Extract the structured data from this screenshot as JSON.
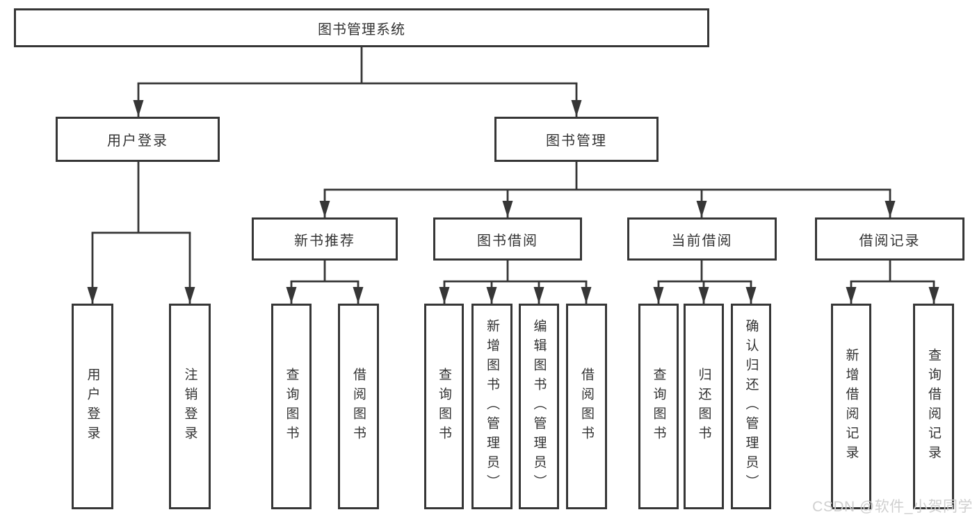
{
  "diagram": {
    "root": {
      "label": "图书管理系统"
    },
    "children": [
      {
        "label": "用户登录",
        "children": [
          {
            "label": "用户登录"
          },
          {
            "label": "注销登录"
          }
        ]
      },
      {
        "label": "图书管理",
        "children": [
          {
            "label": "新书推荐",
            "children": [
              {
                "label": "查询图书"
              },
              {
                "label": "借阅图书"
              }
            ]
          },
          {
            "label": "图书借阅",
            "children": [
              {
                "label": "查询图书"
              },
              {
                "label": "新增图书（管理员）"
              },
              {
                "label": "编辑图书（管理员）"
              },
              {
                "label": "借阅图书"
              }
            ]
          },
          {
            "label": "当前借阅",
            "children": [
              {
                "label": "查询图书"
              },
              {
                "label": "归还图书"
              },
              {
                "label": "确认归还（管理员）"
              }
            ]
          },
          {
            "label": "借阅记录",
            "children": [
              {
                "label": "新增借阅记录"
              },
              {
                "label": "查询借阅记录"
              }
            ]
          }
        ]
      }
    ]
  },
  "watermark": {
    "text": "CSDN @软件_小贺同学"
  },
  "colors": {
    "line": "#363636",
    "box_border": "#363636",
    "text": "#333333",
    "background": "#ffffff",
    "watermark": "#cfcfcf"
  }
}
